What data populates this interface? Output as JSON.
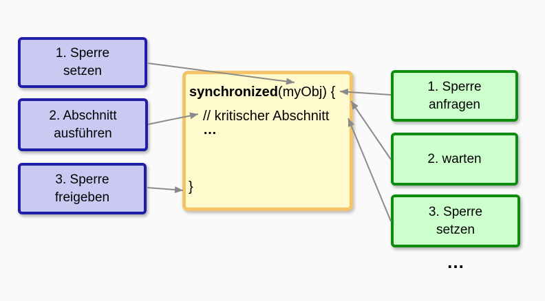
{
  "thread_left": {
    "steps": [
      {
        "label": "1. Sperre\nsetzen"
      },
      {
        "label": "2. Abschnitt\nausführen"
      },
      {
        "label": "3. Sperre\nfreigeben"
      }
    ]
  },
  "thread_right": {
    "steps": [
      {
        "label": "1. Sperre\nanfragen"
      },
      {
        "label": "2. warten"
      },
      {
        "label": "3. Sperre\nsetzen"
      }
    ],
    "more": "…"
  },
  "code_box": {
    "keyword": "synchronized",
    "args": "(myObj) {",
    "comment": "// kritischer Abschnitt",
    "ellipsis": "…",
    "close": "}"
  },
  "colors": {
    "background": "#fafafa",
    "text": "#000000",
    "left_box_fill": "#c9c9f1",
    "left_box_border": "#1e1ea8",
    "right_box_fill": "#ccffcc",
    "right_box_border": "#0e8c10",
    "code_box_fill": "#fffacd",
    "code_box_border": "#f5c469",
    "arrow": "#8a8a8a"
  }
}
